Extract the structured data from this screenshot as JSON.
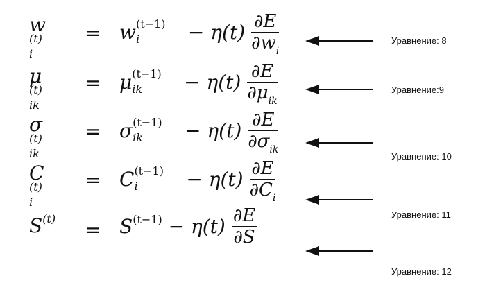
{
  "equations": [
    {
      "lhs_sym": "w",
      "lhs_sup": "(t)",
      "lhs_sub": "i",
      "eq": "=",
      "rhs_sym": "w",
      "rhs_sup": "(t−1)",
      "rhs_sub": "i",
      "minus": "−",
      "eta": "η(t)",
      "num": "∂E",
      "den_d": "∂",
      "den_sym": "w",
      "den_sub": "i",
      "label": "Уравнение: 8"
    },
    {
      "lhs_sym": "μ",
      "lhs_sup": "(t)",
      "lhs_sub": "ik",
      "eq": "=",
      "rhs_sym": "μ",
      "rhs_sup": "(t−1)",
      "rhs_sub": "ik",
      "minus": "−",
      "eta": "η(t)",
      "num": "∂E",
      "den_d": "∂",
      "den_sym": "μ",
      "den_sub": "ik",
      "label": "Уравнение:9"
    },
    {
      "lhs_sym": "σ",
      "lhs_sup": "(t)",
      "lhs_sub": "ik",
      "eq": "=",
      "rhs_sym": "σ",
      "rhs_sup": "(t−1)",
      "rhs_sub": "ik",
      "minus": "−",
      "eta": "η(t)",
      "num": "∂E",
      "den_d": "∂",
      "den_sym": "σ",
      "den_sub": "ik",
      "label": "Уравнение: 10"
    },
    {
      "lhs_sym": "C",
      "lhs_sup": "(t)",
      "lhs_sub": "i",
      "eq": "=",
      "rhs_sym": "C",
      "rhs_sup": "(t−1)",
      "rhs_sub": "i",
      "minus": "−",
      "eta": "η(t)",
      "num": "∂E",
      "den_d": "∂",
      "den_sym": "C",
      "den_sub": "i",
      "label": "Уравнение: 11"
    },
    {
      "lhs_sym": "S",
      "lhs_sup": "(t)",
      "lhs_sub": "",
      "eq": "=",
      "rhs_sym": "S",
      "rhs_sup": "(t−1)",
      "rhs_sub": "",
      "minus": "−",
      "eta": "η(t)",
      "num": "∂E",
      "den_d": "∂",
      "den_sym": "S",
      "den_sub": "",
      "label": "Уравнение: 12"
    }
  ]
}
